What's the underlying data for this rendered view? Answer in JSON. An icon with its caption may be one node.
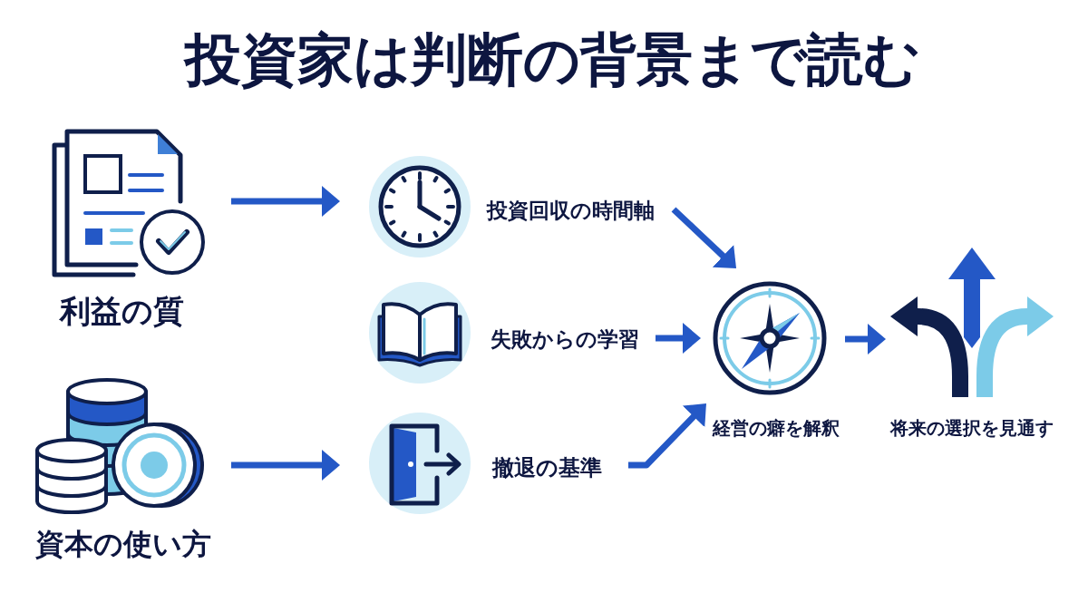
{
  "diagram": {
    "title": "投資家は判断の背景まで読む",
    "nodes": [
      {
        "text": [
          "利益の質"
        ]
      },
      {
        "text": [
          "資本の使い方"
        ]
      },
      {
        "text": [
          "投資回収の時間軸"
        ]
      },
      {
        "text": [
          "失敗からの学習"
        ]
      },
      {
        "text": [
          "撤退の基準"
        ]
      },
      {
        "text": [
          "経営の癖を解釈"
        ]
      },
      {
        "text": [
          "将来の選択を見通す"
        ]
      }
    ],
    "edges": [
      {
        "from": 0,
        "to": 2,
        "arrow": "to"
      },
      {
        "from": 1,
        "to": 4,
        "arrow": "to"
      },
      {
        "from": 2,
        "to": 5,
        "arrow": "to"
      },
      {
        "from": 3,
        "to": 5,
        "arrow": "to"
      },
      {
        "from": 4,
        "to": 5,
        "arrow": "to"
      },
      {
        "from": 5,
        "to": 6,
        "arrow": "to"
      }
    ]
  }
}
